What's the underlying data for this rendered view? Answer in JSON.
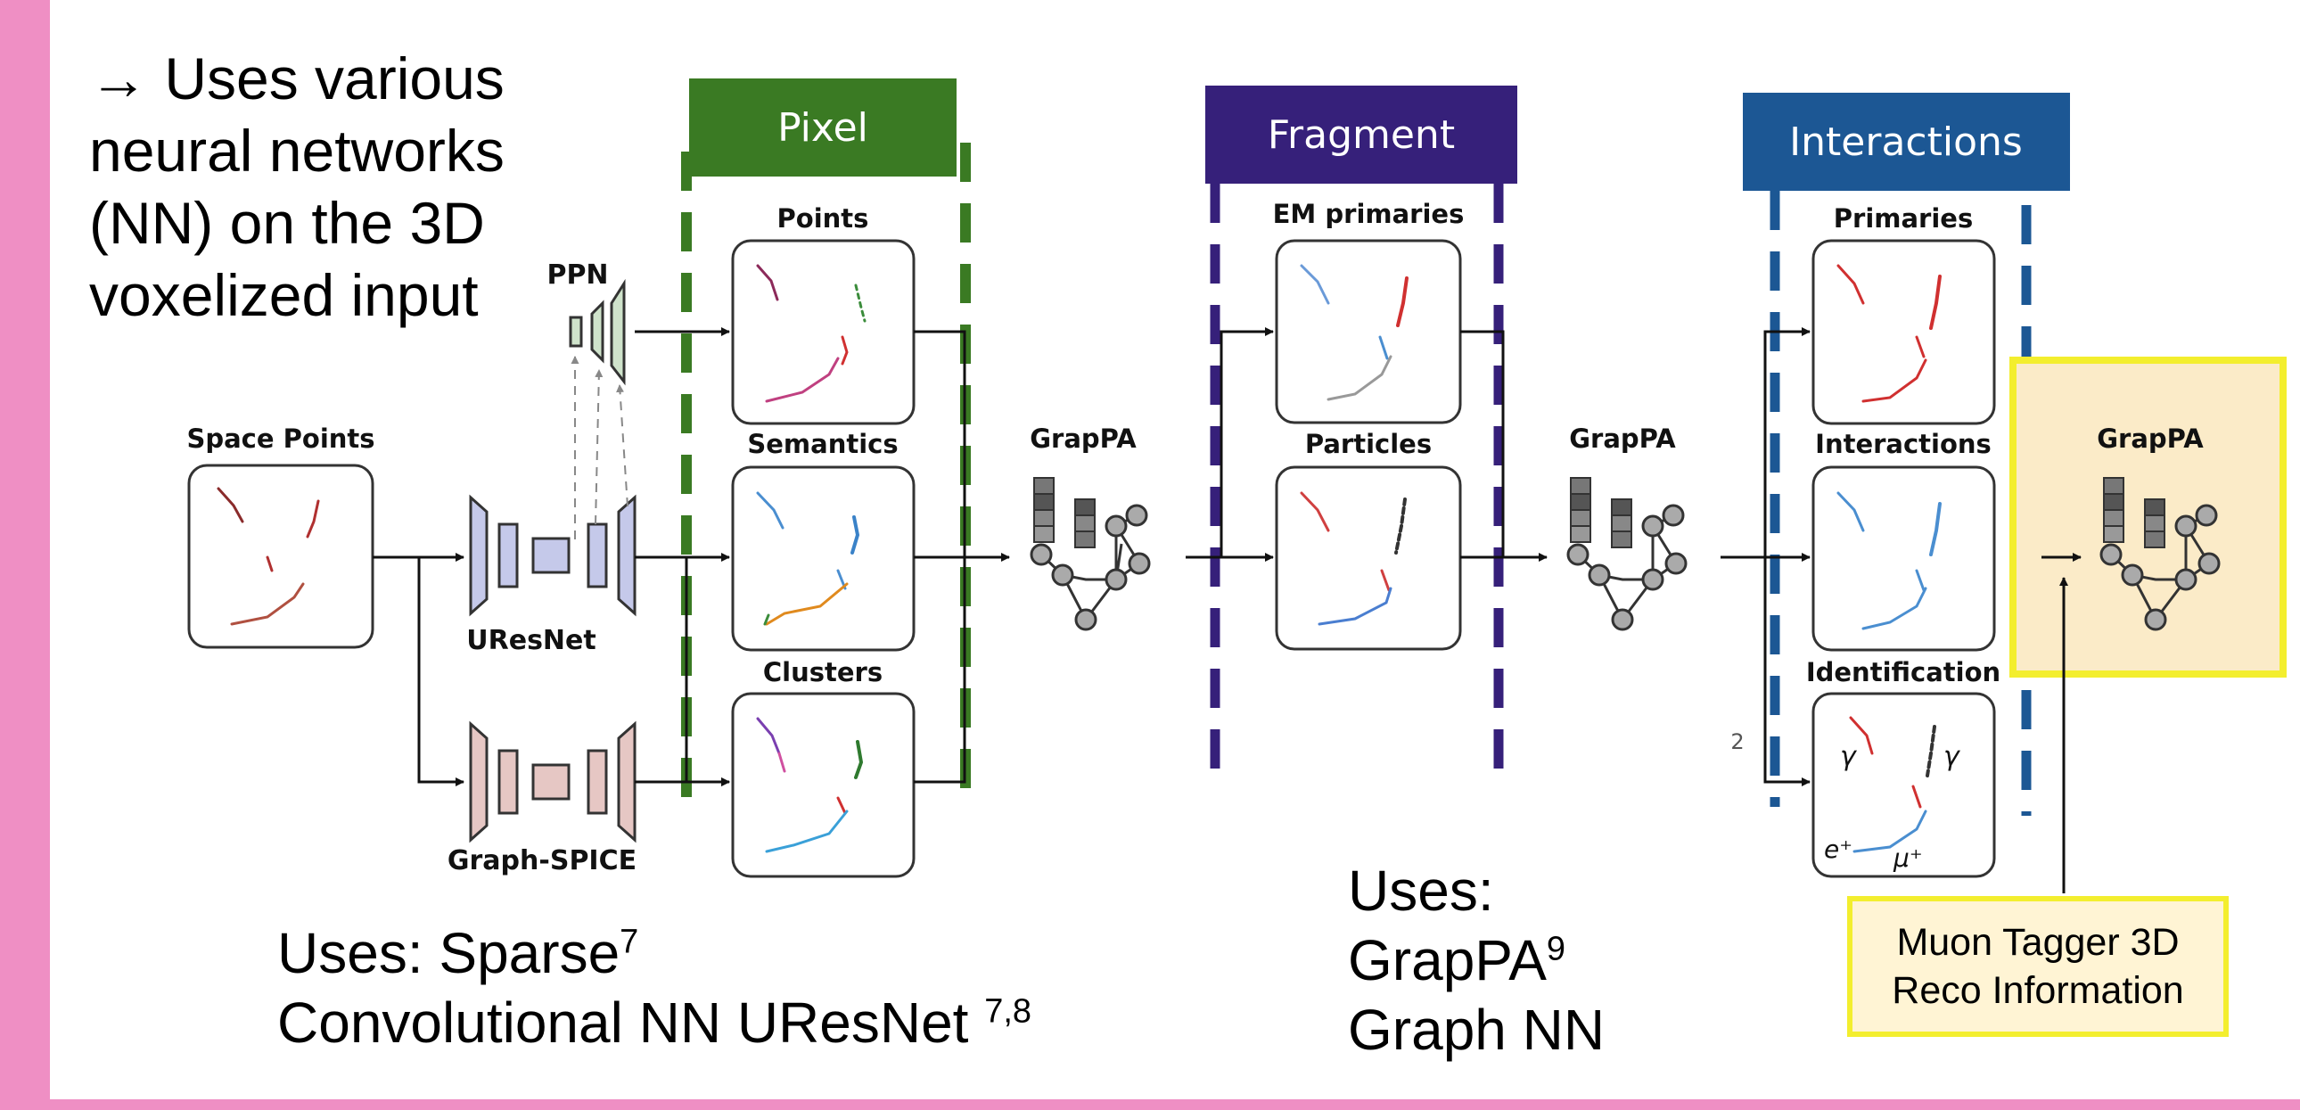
{
  "slide": {
    "intro_lines": [
      "→ Uses various",
      "neural networks",
      "(NN) on the 3D",
      "voxelized input"
    ],
    "note_left": {
      "line1_prefix": "Uses: Sparse",
      "line1_sup": "7",
      "line2_prefix": "Convolutional NN UResNet ",
      "line2_sup": "7,8"
    },
    "note_right": {
      "line1": "Uses:",
      "line2_prefix": "GrapPA",
      "line2_sup": "9",
      "line3": "Graph NN"
    },
    "muon_box": {
      "line1": "Muon Tagger 3D",
      "line2": "Reco Information"
    }
  },
  "diagram": {
    "input_label": "Space Points",
    "ppn_label": "PPN",
    "uresnet_label": "UResNet",
    "graphspice_label": "Graph-SPICE",
    "stages": {
      "pixel": "Pixel",
      "fragment": "Fragment",
      "interactions": "Interactions"
    },
    "panels": {
      "points": "Points",
      "semantics": "Semantics",
      "clusters": "Clusters",
      "em_primaries": "EM primaries",
      "particles": "Particles",
      "primaries": "Primaries",
      "interactions": "Interactions",
      "identification": "Identification"
    },
    "grappa_label": "GrapPA",
    "edge_count": "2",
    "particle_labels": [
      "γ",
      "γ",
      "e⁺",
      "μ⁺"
    ]
  },
  "colors": {
    "pink_frame": "#ef8fc4",
    "pixel_green": "#3a7a23",
    "fragment_purple": "#36207a",
    "interactions_blue": "#1c5794",
    "highlight_yellow": "#f3ee2e",
    "highlight_fill": "#fbebc8",
    "uresnet_fill": "#c5c9ea",
    "graphspice_fill": "#e6c7c4",
    "ppn_fill": "#cfe3cb"
  }
}
